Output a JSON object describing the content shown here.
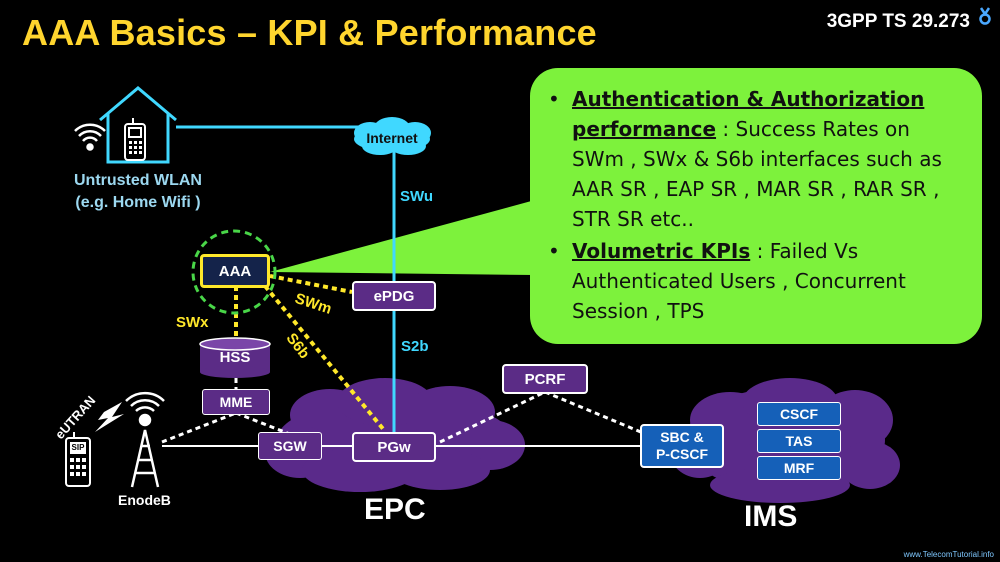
{
  "title": "AAA Basics – KPI & Performance",
  "spec": "3GPP TS 29.273",
  "website": "www.TelecomTutorial.info",
  "callout": {
    "bullet1_heading": "Authentication & Authorization performance",
    "bullet1_text": " : Success Rates on SWm , SWx & S6b interfaces such as AAR SR , EAP SR , MAR SR , RAR SR , STR SR etc..",
    "bullet2_heading": "Volumetric KPIs",
    "bullet2_text": " : Failed Vs Authenticated Users , Concurrent Session , TPS"
  },
  "wlan": {
    "line1": "Untrusted WLAN",
    "line2": "(e.g. Home Wifi )"
  },
  "nodes": {
    "internet": "Internet",
    "aaa": "AAA",
    "hss": "HSS",
    "mme": "MME",
    "epdg": "ePDG",
    "sgw": "SGW",
    "pgw": "PGw",
    "pcrf": "PCRF",
    "sbc": "SBC &\nP-CSCF",
    "cscf": "CSCF",
    "tas": "TAS",
    "mrf": "MRF",
    "enodeb": "EnodeB",
    "eutran": "eUTRAN",
    "sip": "SIP"
  },
  "interfaces": {
    "swu": "SWu",
    "s2b": "S2b",
    "swx": "SWx",
    "swm": "SWm",
    "s6b": "S6b"
  },
  "clouds": {
    "epc": "EPC",
    "ims": "IMS"
  },
  "colors": {
    "title": "#ffd52e",
    "callout": "#7df23c",
    "node_purple": "#5b2c86",
    "cloud_purple": "#5a2a8a",
    "ims_blue": "#1560b8",
    "link_cyan": "#40d8ff",
    "dotted_yellow": "#ffe82a",
    "aaa_border": "#ffe82a",
    "aaa_circle": "#49d648",
    "wlan_text": "#9cd8f0"
  }
}
